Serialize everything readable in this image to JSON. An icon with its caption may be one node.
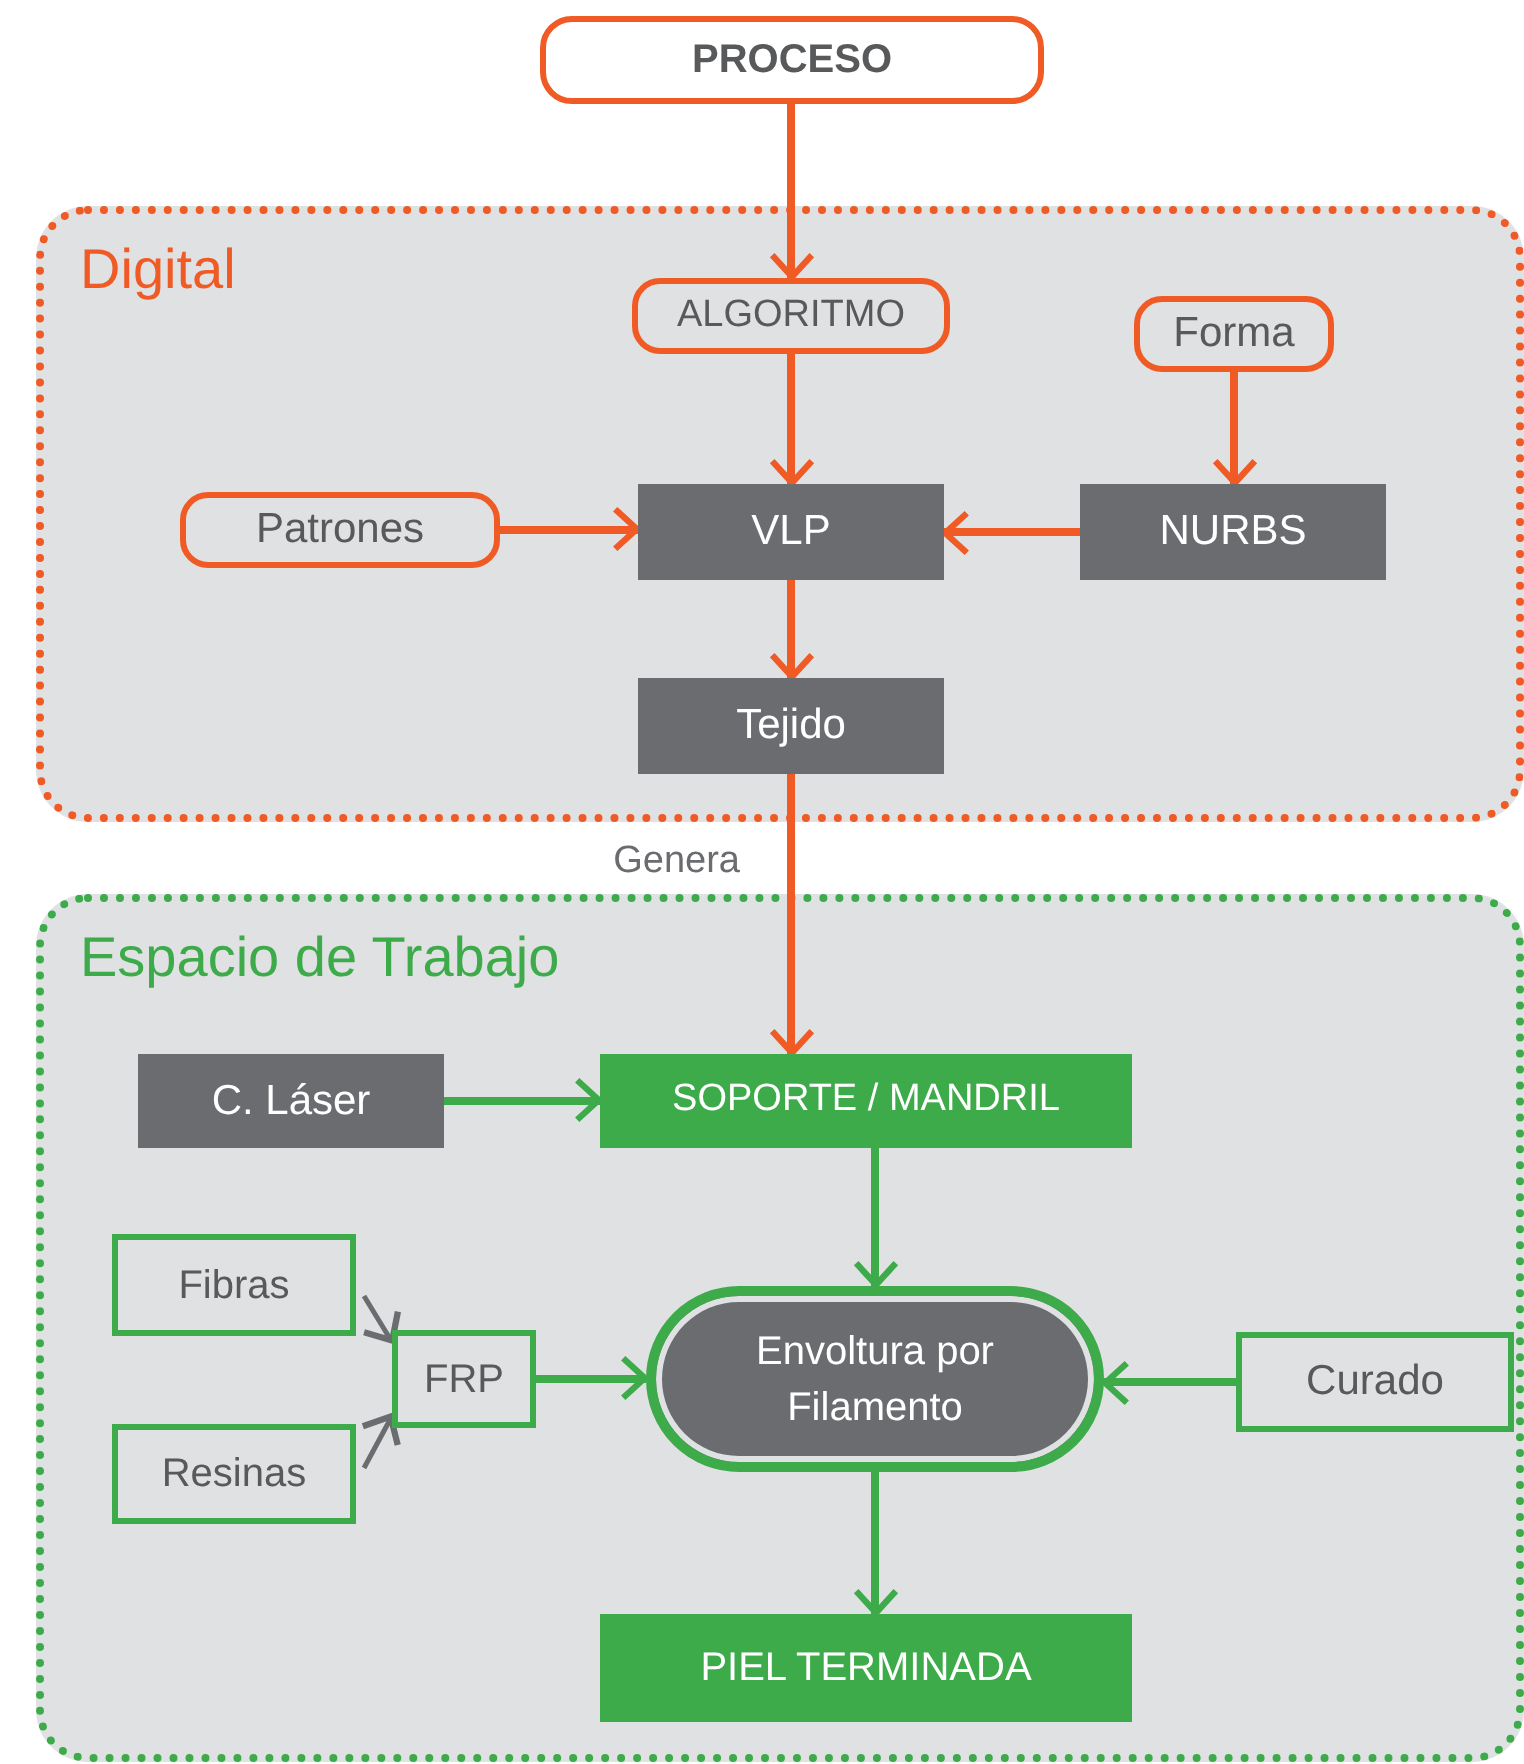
{
  "diagram": {
    "nodes": [
      {
        "text": [
          "PROCESO"
        ]
      },
      {
        "text": [
          "Digital"
        ]
      },
      {
        "text": [
          "ALGORITMO"
        ],
        "in": 1
      },
      {
        "text": [
          "Forma"
        ],
        "in": 1
      },
      {
        "text": [
          "Patrones"
        ],
        "in": 1
      },
      {
        "text": [
          "VLP"
        ],
        "in": 1
      },
      {
        "text": [
          "NURBS"
        ],
        "in": 1
      },
      {
        "text": [
          "Tejido"
        ],
        "in": 1
      },
      {
        "text": [
          "Espacio de Trabajo"
        ]
      },
      {
        "text": [
          "C. Láser"
        ],
        "in": 8
      },
      {
        "text": [
          "SOPORTE / MANDRIL"
        ],
        "in": 8
      },
      {
        "text": [
          "Fibras"
        ],
        "in": 8
      },
      {
        "text": [
          "FRP"
        ],
        "in": 8
      },
      {
        "text": [
          "Resinas"
        ],
        "in": 8
      },
      {
        "text": [
          "Envoltura por Filamento"
        ],
        "in": 8
      },
      {
        "text": [
          "Curado"
        ],
        "in": 8
      },
      {
        "text": [
          "PIEL TERMINADA"
        ],
        "in": 8
      }
    ],
    "edges": [
      {
        "from": 0,
        "to": 2,
        "arrow": "to",
        "color": "#f05a24"
      },
      {
        "from": 2,
        "to": 5,
        "arrow": "to",
        "color": "#f05a24"
      },
      {
        "from": 3,
        "to": 6,
        "arrow": "to",
        "color": "#f05a24"
      },
      {
        "from": 4,
        "to": 5,
        "arrow": "to",
        "color": "#f05a24"
      },
      {
        "from": 6,
        "to": 5,
        "arrow": "to",
        "color": "#f05a24"
      },
      {
        "from": 5,
        "to": 7,
        "arrow": "to",
        "color": "#f05a24"
      },
      {
        "from": 7,
        "to": 10,
        "arrow": "to",
        "label": "Genera",
        "color": "#f05a24"
      },
      {
        "from": 9,
        "to": 10,
        "arrow": "to",
        "color": "#3dab4a"
      },
      {
        "from": 10,
        "to": 14,
        "arrow": "to",
        "color": "#3dab4a"
      },
      {
        "from": 11,
        "to": 12,
        "arrow": "to",
        "color": "#6b6c70"
      },
      {
        "from": 13,
        "to": 12,
        "arrow": "to",
        "color": "#6b6c70"
      },
      {
        "from": 12,
        "to": 14,
        "arrow": "to",
        "color": "#3dab4a"
      },
      {
        "from": 15,
        "to": 14,
        "arrow": "to",
        "color": "#3dab4a"
      },
      {
        "from": 14,
        "to": 16,
        "arrow": "to",
        "color": "#3dab4a"
      }
    ]
  }
}
